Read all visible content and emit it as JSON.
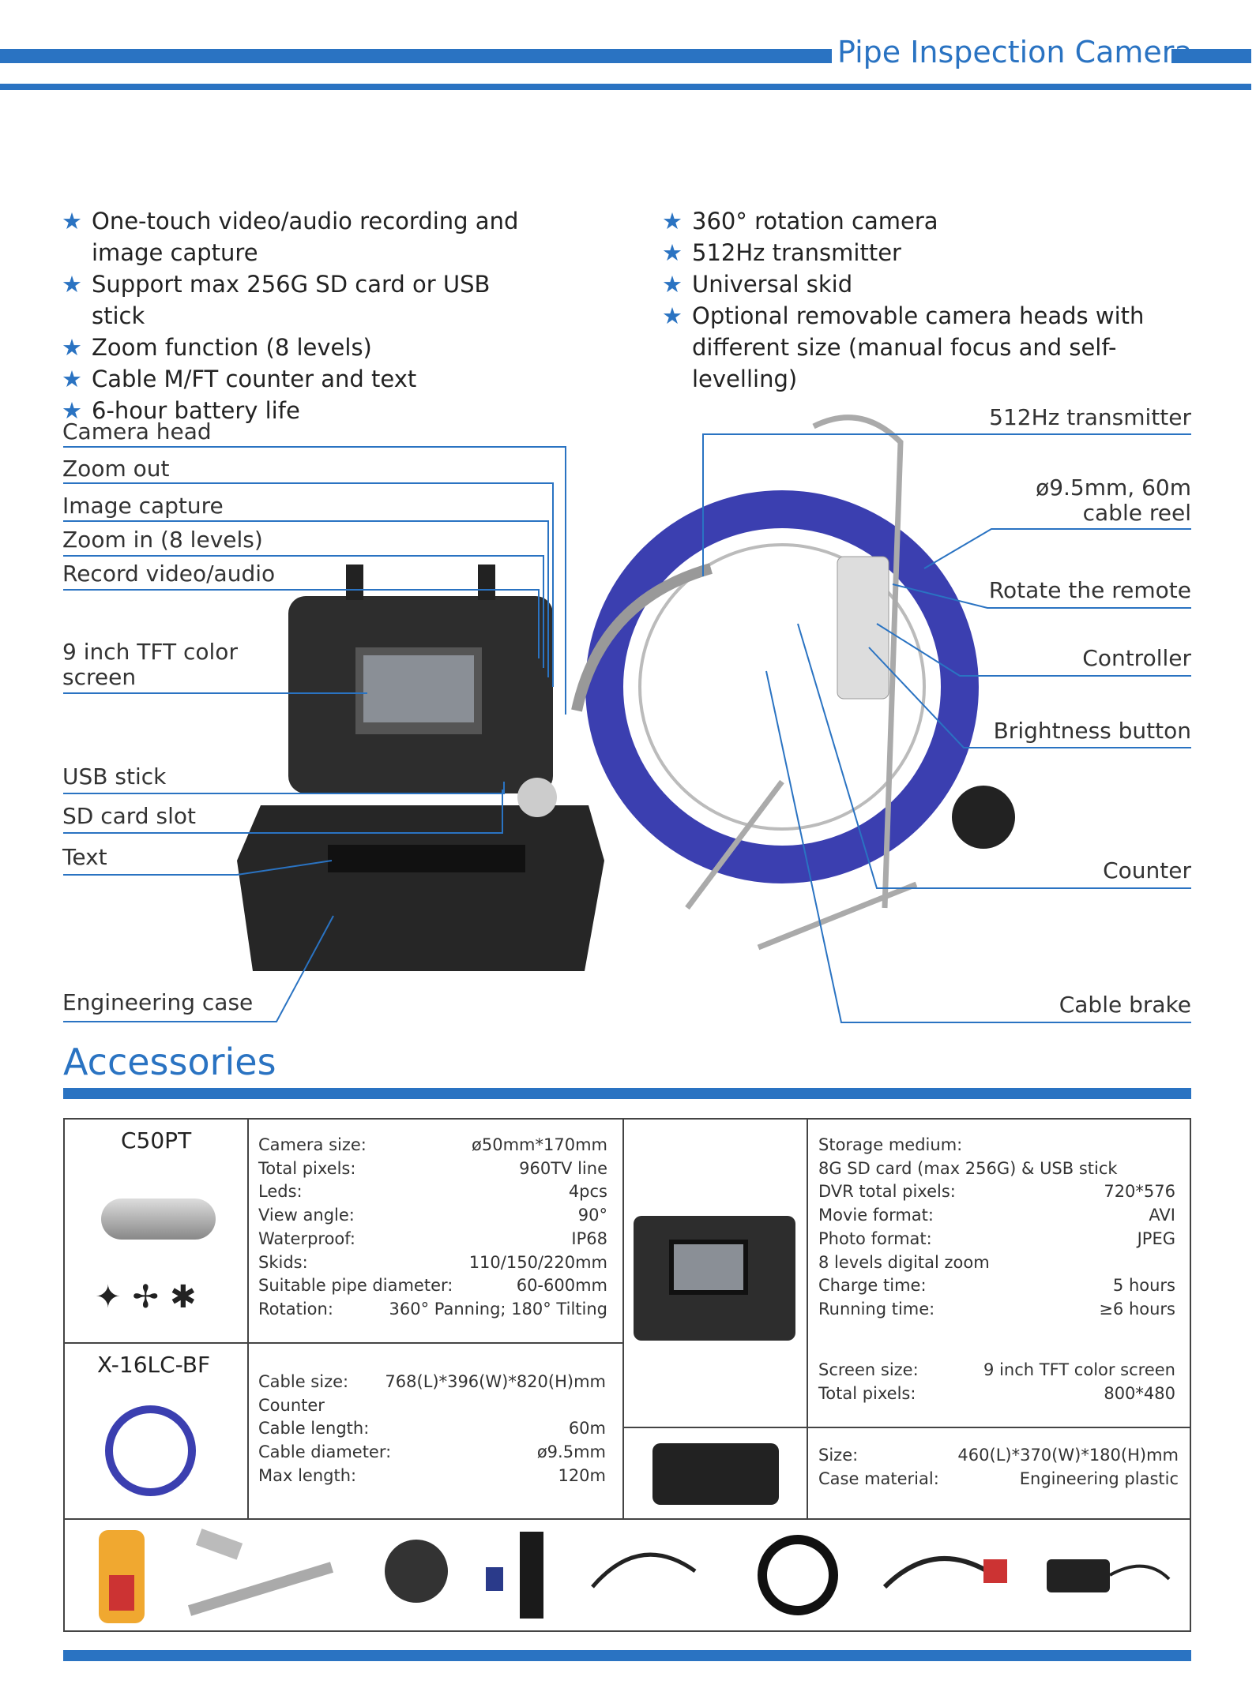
{
  "header": {
    "title": "Pipe Inspection Camera"
  },
  "features": {
    "left": [
      "One-touch video/audio recording and image capture",
      "Support max 256G SD card or USB stick",
      "Zoom function (8 levels)",
      "Cable M/FT counter and text",
      "6-hour battery life"
    ],
    "right": [
      "360° rotation camera",
      "512Hz transmitter",
      "Universal skid",
      "Optional removable camera heads with different size (manual focus and self-levelling)"
    ]
  },
  "callouts": {
    "left": [
      "Camera head",
      "Zoom out",
      "Image capture",
      "Zoom in (8 levels)",
      "Record video/audio",
      "9 inch TFT color screen",
      "USB stick",
      "SD card slot",
      "Text",
      "Engineering case"
    ],
    "right": [
      "512Hz transmitter",
      "ø9.5mm, 60m cable reel",
      "Rotate the remote",
      "Controller",
      "Brightness button",
      "Counter",
      "Cable brake"
    ]
  },
  "accessories": {
    "title": "Accessories",
    "c50pt": {
      "model": "C50PT",
      "specs": [
        [
          "Camera size:",
          "ø50mm*170mm"
        ],
        [
          "Total pixels:",
          "960TV line"
        ],
        [
          "Leds:",
          "4pcs"
        ],
        [
          "View angle:",
          "90°"
        ],
        [
          "Waterproof:",
          "IP68"
        ],
        [
          "Skids:",
          "110/150/220mm"
        ],
        [
          "Suitable pipe diameter:",
          "60-600mm"
        ],
        [
          "Rotation:",
          "360°  Panning; 180°  Tilting"
        ]
      ]
    },
    "x16": {
      "model": "X-16LC-BF",
      "specs": [
        [
          "Cable size:",
          "768(L)*396(W)*820(H)mm"
        ],
        [
          "Counter",
          ""
        ],
        [
          "Cable length:",
          "60m"
        ],
        [
          "Cable diameter:",
          "ø9.5mm"
        ],
        [
          "Max length:",
          "120m"
        ]
      ]
    },
    "monitor": {
      "specs": [
        [
          "Storage medium:",
          ""
        ],
        [
          "8G SD card (max 256G) & USB stick",
          ""
        ],
        [
          "DVR total pixels:",
          "720*576"
        ],
        [
          "Movie format:",
          "AVI"
        ],
        [
          "Photo format:",
          "JPEG"
        ],
        [
          "8 levels digital zoom",
          ""
        ],
        [
          "Charge time:",
          "5 hours"
        ],
        [
          "Running time:",
          "≥6 hours"
        ]
      ],
      "screen": [
        [
          "Screen size:",
          "9 inch TFT color screen"
        ],
        [
          "Total pixels:",
          "800*480"
        ]
      ]
    },
    "case": {
      "specs": [
        [
          "Size:",
          "460(L)*370(W)*180(H)mm"
        ],
        [
          "Case material:",
          "Engineering plastic"
        ]
      ]
    }
  },
  "colors": {
    "accent": "#2a73c2",
    "reel": "#3b3fb0"
  }
}
